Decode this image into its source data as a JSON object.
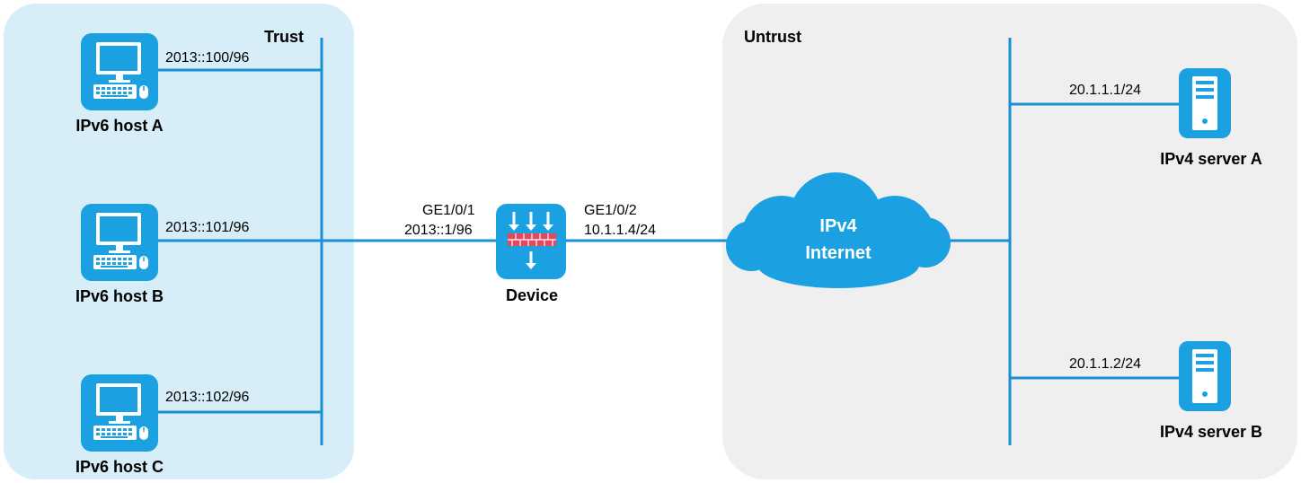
{
  "zones": {
    "trust": {
      "label": "Trust",
      "color": "#d7eef8"
    },
    "untrust": {
      "label": "Untrust",
      "color": "#efefef"
    }
  },
  "colors": {
    "icon": "#1ba1e2",
    "line": "#1b8fd6",
    "cloud": "#1ba1e2",
    "device_red": "#e5475b"
  },
  "hosts": [
    {
      "id": "a",
      "name": "IPv6 host A",
      "address": "2013::100/96",
      "icon": "pc-icon"
    },
    {
      "id": "b",
      "name": "IPv6 host B",
      "address": "2013::101/96",
      "icon": "pc-icon"
    },
    {
      "id": "c",
      "name": "IPv6 host C",
      "address": "2013::102/96",
      "icon": "pc-icon"
    }
  ],
  "device": {
    "name": "Device",
    "icon": "firewall-icon",
    "left_interface": {
      "name": "GE1/0/1",
      "address": "2013::1/96"
    },
    "right_interface": {
      "name": "GE1/0/2",
      "address": "10.1.1.4/24"
    }
  },
  "cloud": {
    "line1": "IPv4",
    "line2": "Internet",
    "icon": "cloud-icon"
  },
  "servers": [
    {
      "id": "a",
      "name": "IPv4 server A",
      "address": "20.1.1.1/24",
      "icon": "server-icon"
    },
    {
      "id": "b",
      "name": "IPv4 server B",
      "address": "20.1.1.2/24",
      "icon": "server-icon"
    }
  ]
}
